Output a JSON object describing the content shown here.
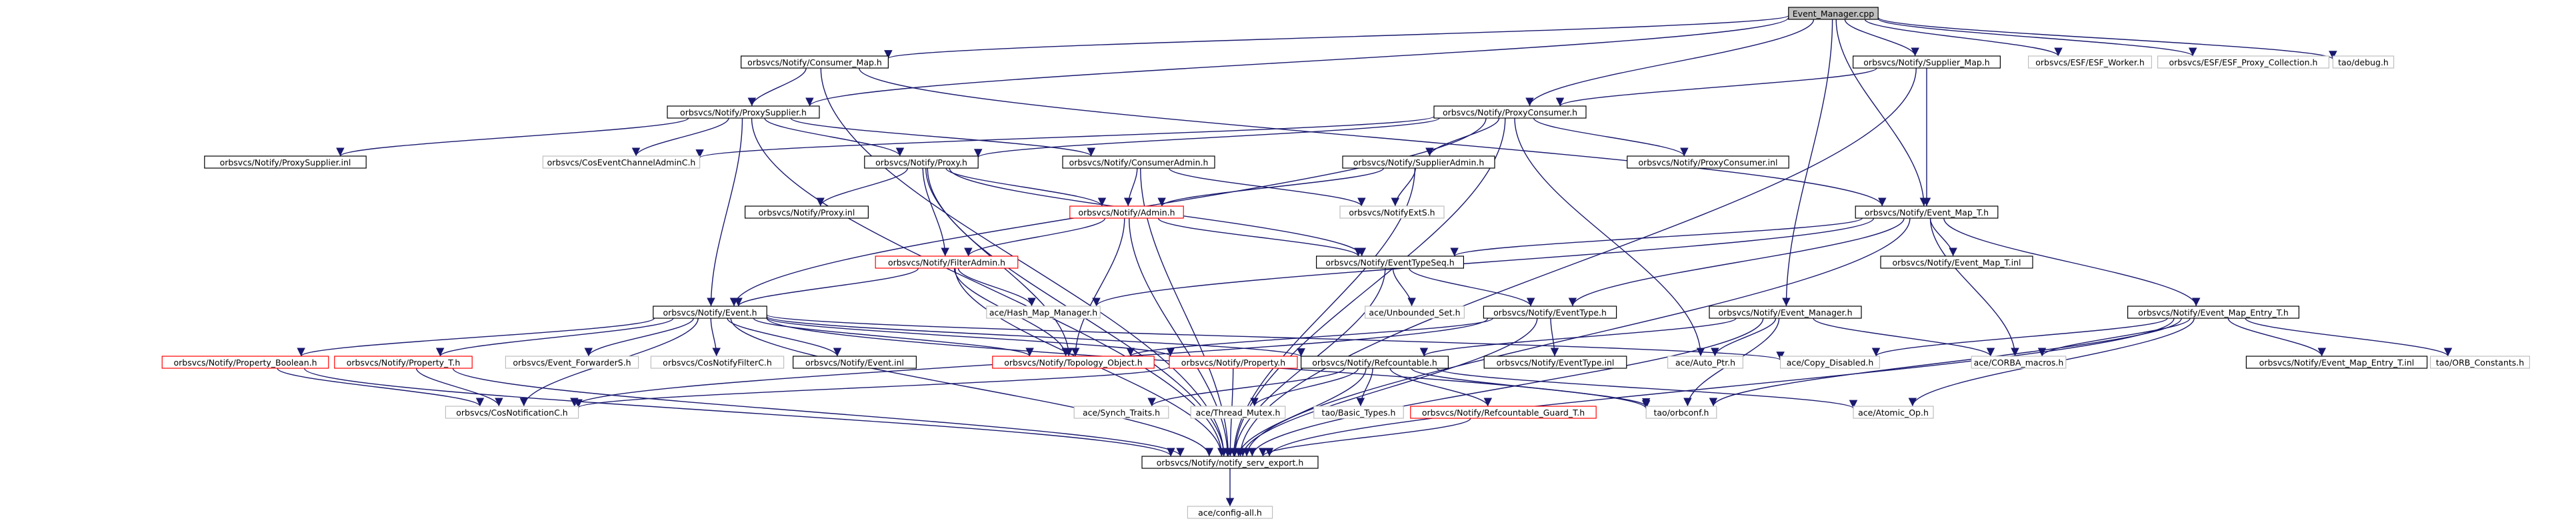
{
  "graph": {
    "nodes": [
      {
        "id": "root",
        "label": "Event_Manager.cpp",
        "style": "root"
      },
      {
        "id": "consumer_map",
        "label": "orbsvcs/Notify/Consumer_Map.h",
        "style": "black"
      },
      {
        "id": "supplier_map",
        "label": "orbsvcs/Notify/Supplier_Map.h",
        "style": "black"
      },
      {
        "id": "esf_worker",
        "label": "orbsvcs/ESF/ESF_Worker.h",
        "style": "gray"
      },
      {
        "id": "esf_proxy_coll",
        "label": "orbsvcs/ESF/ESF_Proxy_Collection.h",
        "style": "gray"
      },
      {
        "id": "tao_debug",
        "label": "tao/debug.h",
        "style": "gray"
      },
      {
        "id": "proxy_supplier",
        "label": "orbsvcs/Notify/ProxySupplier.h",
        "style": "black"
      },
      {
        "id": "proxy_consumer",
        "label": "orbsvcs/Notify/ProxyConsumer.h",
        "style": "black"
      },
      {
        "id": "proxy_supplier_inl",
        "label": "orbsvcs/Notify/ProxySupplier.inl",
        "style": "black"
      },
      {
        "id": "cos_event_channel_admin",
        "label": "orbsvcs/CosEventChannelAdminC.h",
        "style": "gray"
      },
      {
        "id": "notify_proxy",
        "label": "orbsvcs/Notify/Proxy.h",
        "style": "black"
      },
      {
        "id": "consumer_admin",
        "label": "orbsvcs/Notify/ConsumerAdmin.h",
        "style": "black"
      },
      {
        "id": "supplier_admin",
        "label": "orbsvcs/Notify/SupplierAdmin.h",
        "style": "black"
      },
      {
        "id": "proxy_consumer_inl",
        "label": "orbsvcs/Notify/ProxyConsumer.inl",
        "style": "black"
      },
      {
        "id": "proxy_inl",
        "label": "orbsvcs/Notify/Proxy.inl",
        "style": "black"
      },
      {
        "id": "notify_admin",
        "label": "orbsvcs/Notify/Admin.h",
        "style": "red"
      },
      {
        "id": "notify_ext_s",
        "label": "orbsvcs/NotifyExtS.h",
        "style": "gray"
      },
      {
        "id": "event_map_t",
        "label": "orbsvcs/Notify/Event_Map_T.h",
        "style": "black"
      },
      {
        "id": "filter_admin",
        "label": "orbsvcs/Notify/FilterAdmin.h",
        "style": "red"
      },
      {
        "id": "event_type_seq",
        "label": "orbsvcs/Notify/EventTypeSeq.h",
        "style": "black"
      },
      {
        "id": "event_map_t_inl",
        "label": "orbsvcs/Notify/Event_Map_T.inl",
        "style": "black"
      },
      {
        "id": "hash_map_manager",
        "label": "ace/Hash_Map_Manager.h",
        "style": "gray"
      },
      {
        "id": "unbounded_set",
        "label": "ace/Unbounded_Set.h",
        "style": "gray"
      },
      {
        "id": "notify_event",
        "label": "orbsvcs/Notify/Event.h",
        "style": "black"
      },
      {
        "id": "notify_event_type",
        "label": "orbsvcs/Notify/EventType.h",
        "style": "black"
      },
      {
        "id": "notify_event_manager",
        "label": "orbsvcs/Notify/Event_Manager.h",
        "style": "black"
      },
      {
        "id": "event_map_entry_t",
        "label": "orbsvcs/Notify/Event_Map_Entry_T.h",
        "style": "black"
      },
      {
        "id": "property_boolean",
        "label": "orbsvcs/Notify/Property_Boolean.h",
        "style": "red"
      },
      {
        "id": "property_t",
        "label": "orbsvcs/Notify/Property_T.h",
        "style": "red"
      },
      {
        "id": "event_forwarder_s",
        "label": "orbsvcs/Event_ForwarderS.h",
        "style": "gray"
      },
      {
        "id": "cos_notify_filter",
        "label": "orbsvcs/CosNotifyFilterC.h",
        "style": "gray"
      },
      {
        "id": "notify_event_inl",
        "label": "orbsvcs/Notify/Event.inl",
        "style": "black"
      },
      {
        "id": "topology_object",
        "label": "orbsvcs/Notify/Topology_Object.h",
        "style": "red"
      },
      {
        "id": "notify_property",
        "label": "orbsvcs/Notify/Property.h",
        "style": "red"
      },
      {
        "id": "refcountable",
        "label": "orbsvcs/Notify/Refcountable.h",
        "style": "black"
      },
      {
        "id": "event_type_inl",
        "label": "orbsvcs/Notify/EventType.inl",
        "style": "black"
      },
      {
        "id": "auto_ptr",
        "label": "ace/Auto_Ptr.h",
        "style": "gray"
      },
      {
        "id": "copy_disabled",
        "label": "ace/Copy_Disabled.h",
        "style": "gray"
      },
      {
        "id": "corba_macros",
        "label": "ace/CORBA_macros.h",
        "style": "gray"
      },
      {
        "id": "event_map_entry_t_inl",
        "label": "orbsvcs/Notify/Event_Map_Entry_T.inl",
        "style": "black"
      },
      {
        "id": "orb_constants",
        "label": "tao/ORB_Constants.h",
        "style": "gray"
      },
      {
        "id": "cos_notification",
        "label": "orbsvcs/CosNotificationC.h",
        "style": "gray"
      },
      {
        "id": "synch_traits",
        "label": "ace/Synch_Traits.h",
        "style": "gray"
      },
      {
        "id": "thread_mutex",
        "label": "ace/Thread_Mutex.h",
        "style": "gray"
      },
      {
        "id": "basic_types",
        "label": "tao/Basic_Types.h",
        "style": "gray"
      },
      {
        "id": "refcountable_guard_t",
        "label": "orbsvcs/Notify/Refcountable_Guard_T.h",
        "style": "red"
      },
      {
        "id": "orbconf",
        "label": "tao/orbconf.h",
        "style": "gray"
      },
      {
        "id": "atomic_op",
        "label": "ace/Atomic_Op.h",
        "style": "gray"
      },
      {
        "id": "notify_serv_export",
        "label": "orbsvcs/Notify/notify_serv_export.h",
        "style": "black"
      },
      {
        "id": "config_all",
        "label": "ace/config-all.h",
        "style": "gray"
      }
    ],
    "edges": [
      [
        "root",
        "consumer_map"
      ],
      [
        "root",
        "supplier_map"
      ],
      [
        "root",
        "esf_worker"
      ],
      [
        "root",
        "esf_proxy_coll"
      ],
      [
        "root",
        "tao_debug"
      ],
      [
        "root",
        "proxy_supplier"
      ],
      [
        "root",
        "proxy_consumer"
      ],
      [
        "root",
        "event_map_t"
      ],
      [
        "root",
        "notify_event_manager"
      ],
      [
        "consumer_map",
        "proxy_supplier"
      ],
      [
        "consumer_map",
        "event_map_t"
      ],
      [
        "consumer_map",
        "notify_serv_export"
      ],
      [
        "supplier_map",
        "proxy_consumer"
      ],
      [
        "supplier_map",
        "event_map_t"
      ],
      [
        "supplier_map",
        "notify_serv_export"
      ],
      [
        "proxy_supplier",
        "proxy_supplier_inl"
      ],
      [
        "proxy_supplier",
        "cos_event_channel_admin"
      ],
      [
        "proxy_supplier",
        "notify_proxy"
      ],
      [
        "proxy_supplier",
        "consumer_admin"
      ],
      [
        "proxy_supplier",
        "notify_event"
      ],
      [
        "proxy_supplier",
        "notify_serv_export"
      ],
      [
        "proxy_consumer",
        "cos_event_channel_admin"
      ],
      [
        "proxy_consumer",
        "notify_proxy"
      ],
      [
        "proxy_consumer",
        "supplier_admin"
      ],
      [
        "proxy_consumer",
        "proxy_consumer_inl"
      ],
      [
        "proxy_consumer",
        "notify_event"
      ],
      [
        "proxy_consumer",
        "auto_ptr"
      ],
      [
        "proxy_consumer",
        "notify_serv_export"
      ],
      [
        "notify_proxy",
        "proxy_inl"
      ],
      [
        "notify_proxy",
        "notify_admin"
      ],
      [
        "notify_proxy",
        "filter_admin"
      ],
      [
        "notify_proxy",
        "event_type_seq"
      ],
      [
        "notify_proxy",
        "topology_object"
      ],
      [
        "notify_proxy",
        "notify_serv_export"
      ],
      [
        "consumer_admin",
        "notify_admin"
      ],
      [
        "consumer_admin",
        "notify_ext_s"
      ],
      [
        "consumer_admin",
        "notify_serv_export"
      ],
      [
        "supplier_admin",
        "notify_admin"
      ],
      [
        "supplier_admin",
        "notify_ext_s"
      ],
      [
        "supplier_admin",
        "notify_serv_export"
      ],
      [
        "notify_admin",
        "filter_admin"
      ],
      [
        "notify_admin",
        "event_type_seq"
      ],
      [
        "notify_admin",
        "topology_object"
      ],
      [
        "notify_admin",
        "notify_serv_export"
      ],
      [
        "event_map_t",
        "event_type_seq"
      ],
      [
        "event_map_t",
        "event_map_t_inl"
      ],
      [
        "event_map_t",
        "event_map_entry_t"
      ],
      [
        "event_map_t",
        "hash_map_manager"
      ],
      [
        "event_map_t",
        "notify_event_type"
      ],
      [
        "event_map_t",
        "corba_macros"
      ],
      [
        "event_map_t",
        "notify_serv_export"
      ],
      [
        "filter_admin",
        "notify_event"
      ],
      [
        "filter_admin",
        "hash_map_manager"
      ],
      [
        "filter_admin",
        "topology_object"
      ],
      [
        "filter_admin",
        "notify_serv_export"
      ],
      [
        "event_type_seq",
        "notify_event_type"
      ],
      [
        "event_type_seq",
        "unbounded_set"
      ],
      [
        "event_type_seq",
        "notify_serv_export"
      ],
      [
        "notify_event",
        "property_boolean"
      ],
      [
        "notify_event",
        "property_t"
      ],
      [
        "notify_event",
        "event_forwarder_s"
      ],
      [
        "notify_event",
        "cos_notify_filter"
      ],
      [
        "notify_event",
        "notify_event_inl"
      ],
      [
        "notify_event",
        "topology_object"
      ],
      [
        "notify_event",
        "notify_property"
      ],
      [
        "notify_event",
        "refcountable"
      ],
      [
        "notify_event",
        "copy_disabled"
      ],
      [
        "notify_event",
        "cos_notification"
      ],
      [
        "notify_event",
        "orbconf"
      ],
      [
        "notify_event",
        "notify_serv_export"
      ],
      [
        "notify_event_type",
        "event_type_inl"
      ],
      [
        "notify_event_type",
        "topology_object"
      ],
      [
        "notify_event_type",
        "cos_notification"
      ],
      [
        "notify_event_type",
        "notify_serv_export"
      ],
      [
        "notify_event_manager",
        "refcountable"
      ],
      [
        "notify_event_manager",
        "auto_ptr"
      ],
      [
        "notify_event_manager",
        "corba_macros"
      ],
      [
        "notify_event_manager",
        "orbconf"
      ],
      [
        "notify_event_manager",
        "notify_serv_export"
      ],
      [
        "event_map_entry_t",
        "copy_disabled"
      ],
      [
        "event_map_entry_t",
        "corba_macros"
      ],
      [
        "event_map_entry_t",
        "event_map_entry_t_inl"
      ],
      [
        "event_map_entry_t",
        "orb_constants"
      ],
      [
        "event_map_entry_t",
        "orbconf"
      ],
      [
        "event_map_entry_t",
        "atomic_op"
      ],
      [
        "event_map_entry_t",
        "notify_serv_export"
      ],
      [
        "property_boolean",
        "cos_notification"
      ],
      [
        "property_boolean",
        "notify_serv_export"
      ],
      [
        "property_t",
        "cos_notification"
      ],
      [
        "property_t",
        "notify_serv_export"
      ],
      [
        "notify_property",
        "cos_notification"
      ],
      [
        "notify_property",
        "notify_serv_export"
      ],
      [
        "refcountable",
        "synch_traits"
      ],
      [
        "refcountable",
        "thread_mutex"
      ],
      [
        "refcountable",
        "basic_types"
      ],
      [
        "refcountable",
        "refcountable_guard_t"
      ],
      [
        "refcountable",
        "orbconf"
      ],
      [
        "refcountable",
        "atomic_op"
      ],
      [
        "refcountable",
        "notify_serv_export"
      ],
      [
        "refcountable_guard_t",
        "notify_serv_export"
      ],
      [
        "notify_serv_export",
        "config_all"
      ]
    ]
  }
}
